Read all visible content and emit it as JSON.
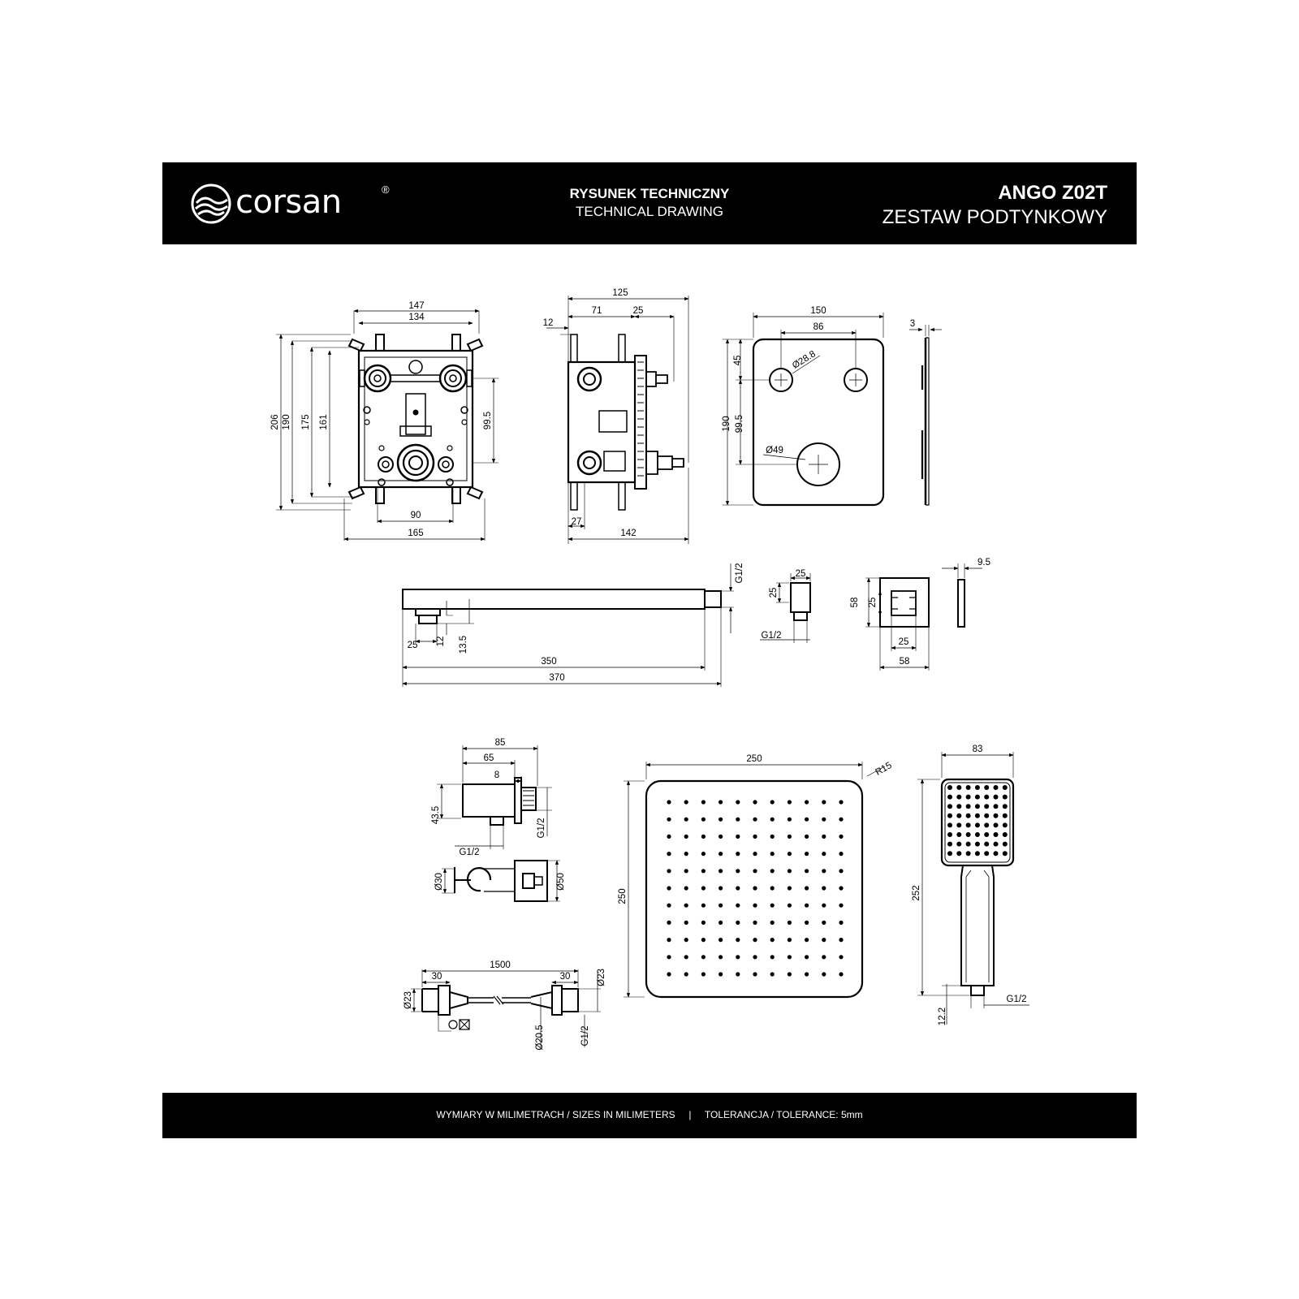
{
  "header": {
    "brand": "corsan",
    "trademark": "®",
    "doc_type_pl": "RYSUNEK TECHNICZNY",
    "doc_type_en": "TECHNICAL DRAWING",
    "model": "ANGO Z02T",
    "product_name": "ZESTAW PODTYNKOWY"
  },
  "footer": {
    "units_note": "WYMIARY W MILIMETRACH / SIZES IN MILIMETERS",
    "separator": "|",
    "tolerance_note": "TOLERANCJA / TOLERANCE: 5mm"
  },
  "dimensions": {
    "box_front": {
      "w147": "147",
      "w134": "134",
      "h206": "206",
      "h190": "190",
      "h175": "175",
      "h161": "161",
      "h99_5": "99.5",
      "w90": "90",
      "w165": "165"
    },
    "box_side": {
      "w125": "125",
      "w71": "71",
      "w25": "25",
      "w12": "12",
      "w27": "27",
      "w142": "142"
    },
    "plate": {
      "w150": "150",
      "w86": "86",
      "h45": "45",
      "d28_8": "Ø28.8",
      "h190": "190",
      "h99_5": "99.5",
      "d49": "Ø49",
      "t3": "3"
    },
    "arm": {
      "g12": "G1/2",
      "w25": "25",
      "h12": "12",
      "h13_5": "13.5",
      "w350": "350",
      "w370": "370"
    },
    "outlet": {
      "w25": "25",
      "h25": "25",
      "g12": "G1/2"
    },
    "flange": {
      "h58": "58",
      "h25": "25",
      "w25": "25",
      "w58": "58",
      "t9_5": "9.5"
    },
    "elbow": {
      "w85": "85",
      "w65": "65",
      "w8": "8",
      "h43_5": "43.5",
      "g12": "G1/2",
      "g12b": "G1/2"
    },
    "holder": {
      "d30": "Ø30",
      "d50": "Ø50"
    },
    "hose": {
      "l1500": "1500",
      "w30a": "30",
      "w30b": "30",
      "d23a": "Ø23",
      "d23b": "Ø23",
      "d20_5": "Ø20.5",
      "g12": "G1/2"
    },
    "head": {
      "w250": "250",
      "h250": "250",
      "r15": "R15"
    },
    "hand": {
      "w83": "83",
      "h252": "252",
      "h12_2": "12.2",
      "g12": "G1/2"
    }
  }
}
